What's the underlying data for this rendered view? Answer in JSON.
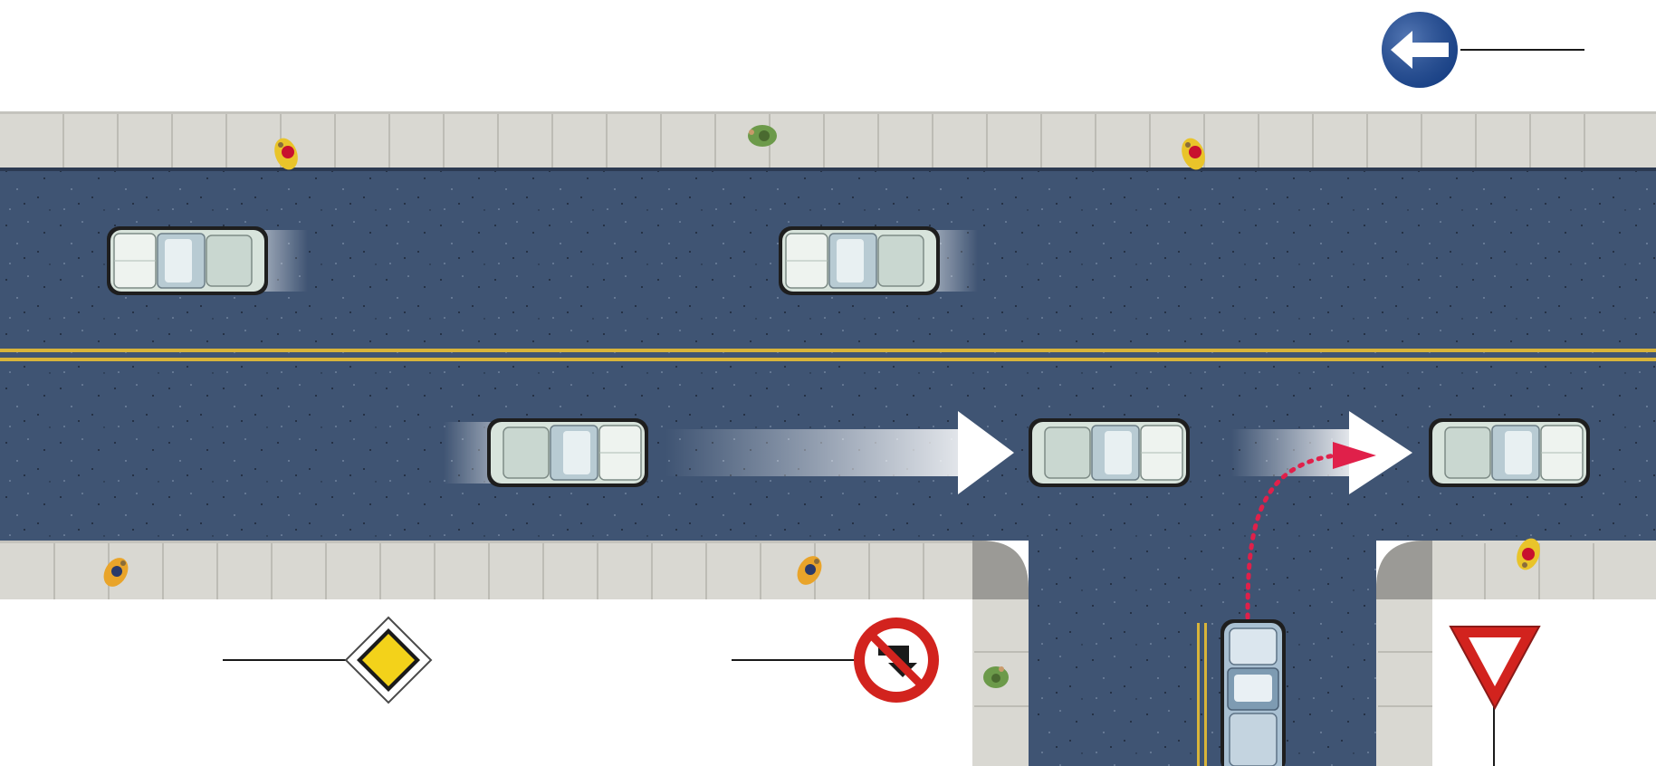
{
  "scene": {
    "description_visible_text": [],
    "colors": {
      "asphalt": "#3f5473",
      "sidewalk": "#d9d8d2",
      "sidewalk_joint": "#bdbcb5",
      "curb_shadow": "#9b9a96",
      "center_line": "#d8b43a",
      "car_body": "#d8e4dc",
      "car_window": "#9fb4c0",
      "car_outline": "#2a2a2a",
      "motion_arrow": "#ffffff",
      "path_arrow": "#e0204a",
      "sign_blue": "#1c4b9c",
      "sign_red": "#d2231e",
      "sign_yellow": "#f3d21a",
      "pedestrian_red": "#c8102e",
      "pedestrian_yellow": "#e9c42a",
      "pedestrian_green": "#6c9a4a"
    },
    "signs": [
      {
        "id": "mandatory-left",
        "icon": "arrow-left-icon"
      },
      {
        "id": "priority-road",
        "icon": "yellow-diamond-icon"
      },
      {
        "id": "no-left-turn",
        "icon": "no-turn-icon"
      },
      {
        "id": "yield",
        "icon": "yield-triangle-icon"
      }
    ]
  }
}
